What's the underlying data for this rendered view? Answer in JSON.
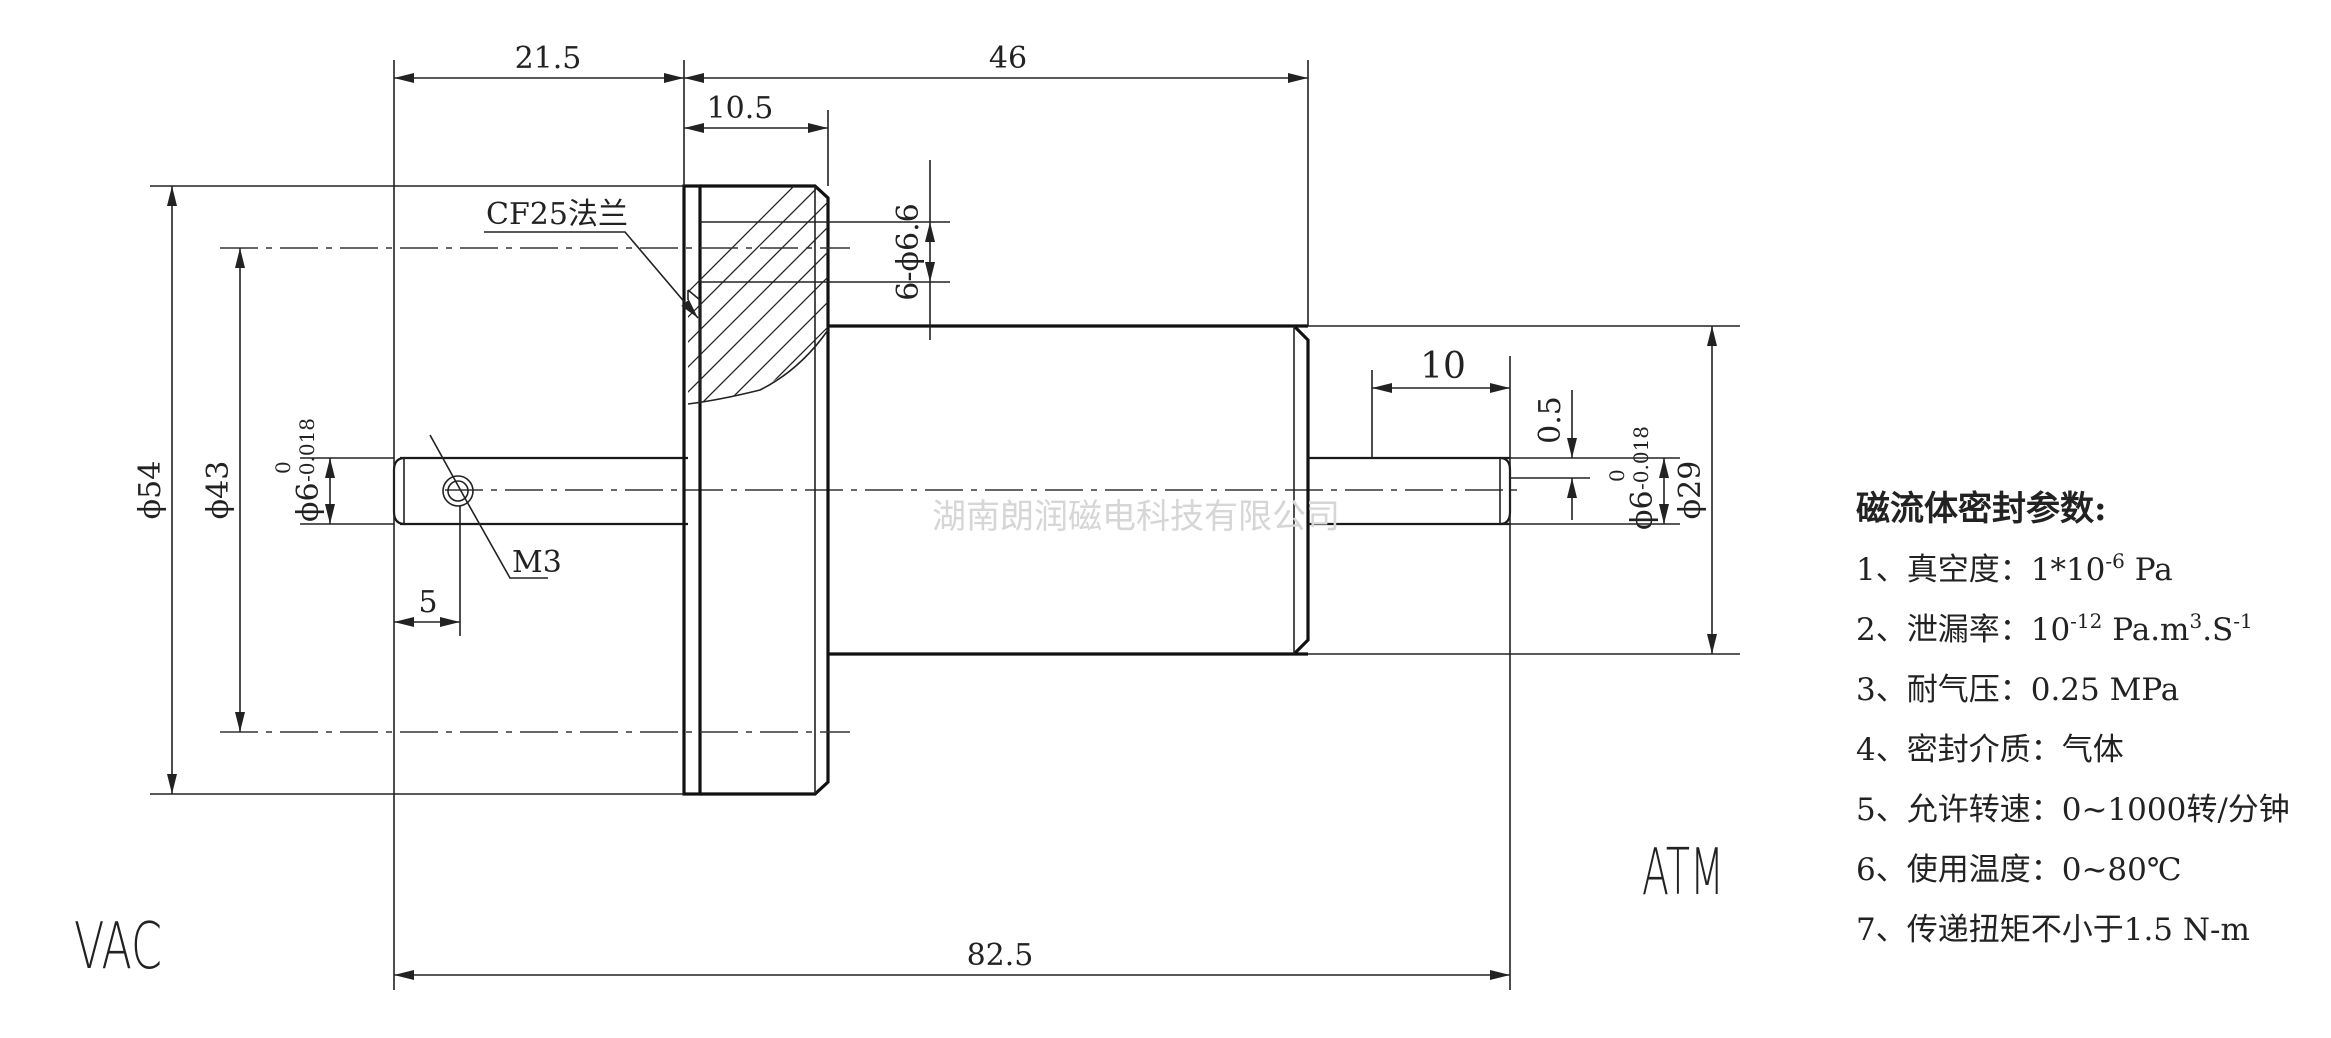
{
  "dimensions": {
    "d21_5": "21.5",
    "d46": "46",
    "d10_5": "10.5",
    "d10": "10",
    "d0_5": "0.5",
    "d5": "5",
    "d82_5": "82.5",
    "phi54": "ϕ54",
    "phi43": "ϕ43",
    "phi29": "ϕ29",
    "phi6_left": "ϕ6",
    "phi6_right": "ϕ6",
    "tol_upper": "0",
    "tol_lower": "-0.018",
    "holes": "6-ϕ6.6"
  },
  "callouts": {
    "flange": "CF25法兰",
    "thread": "M3"
  },
  "labels": {
    "vac": "VAC",
    "atm": "ATM"
  },
  "watermark": "湖南朗润磁电科技有限公司",
  "specs": {
    "title": "磁流体密封参数:",
    "items": [
      {
        "prefix": "1、真空度：1*10",
        "sup": "-6",
        "suffix": " Pa"
      },
      {
        "prefix": "2、泄漏率：10",
        "sup": "-12",
        "suffix": " Pa.m",
        "sup2": "3",
        "suffix2": ".S",
        "sup3": "-1"
      },
      {
        "text": "3、耐气压：0.25 MPa"
      },
      {
        "text": "4、密封介质：气体"
      },
      {
        "text": "5、允许转速：0~1000转/分钟"
      },
      {
        "text": "6、使用温度：0~80℃"
      },
      {
        "text": "7、传递扭矩不小于1.5 N-m"
      }
    ]
  }
}
